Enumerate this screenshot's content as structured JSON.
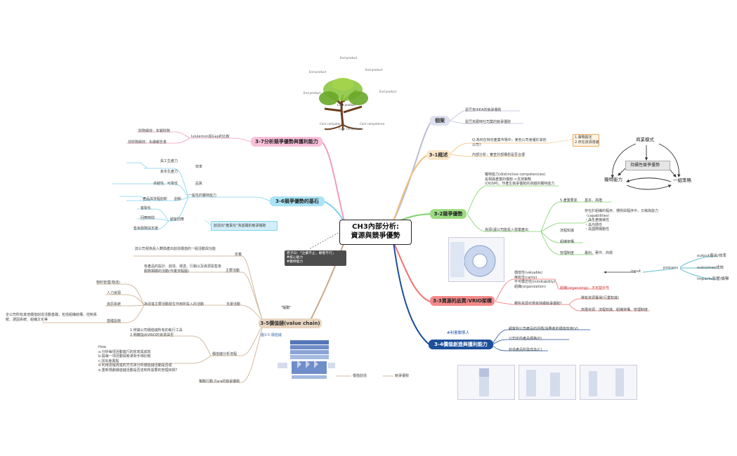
{
  "root": {
    "line1": "CH3內部分析:",
    "line2": "資源與競爭優勢"
  },
  "note": {
    "line1": "老子曰：「企業不止，靜者不行」",
    "line2": "#核心能力",
    "line3": "#獨特能力"
  },
  "tree_labels": [
    "End product",
    "End product",
    "End product",
    "End product",
    "End product",
    "Core product",
    "Core competence",
    "Core competence",
    "Core competence"
  ],
  "branches": {
    "intro": {
      "title": "個案",
      "items": [
        "星巴克IKEA的競爭優勢",
        "星巴克跟味吐司業的競爭優勢"
      ]
    },
    "b31": {
      "title": "3-1概述",
      "q": "Q:為何在特定產業市場中，某些公司會優於其他公司?",
      "ans": [
        "1.策略擬定",
        "2.存在資源落差"
      ],
      "item2": "內部分析：審查外部構想是否合理"
    },
    "b32": {
      "title": "3-2競爭優勢",
      "desc": "獨特能力(distinctive competencies)\n是相異產業的優勢->支持策略\n(OGSM)，作產生競爭優勢的卓越的獨特能力",
      "sub": "資源(讓公司能投入營業產出",
      "s1": "5.產業要素",
      "s1a": "基本、高階",
      "s2": "流程知識",
      "s2a": "存在於組織的程序、慣例與程序中，又稱為能力（capabilities）\n・具生產機械性\n・具內隱性\n・具國際機動性",
      "s3": "組織架構",
      "s4": "管理制度",
      "s4a": "專利、著作、商標"
    },
    "b33": {
      "title": "3-3資源的品質:VRIO架構",
      "items": [
        "價值性(valuable)\n稀有性(rarity)\n不可模仿性(inimitability)\n組織(organization)"
      ],
      "org": "組織(organizing)：不可替代性",
      "q": "哪些資源可帶來持續競爭優勢?",
      "a1": "稀有資源獲得(行業知識)",
      "a2": "高階資源：流程知識、組織架構、管理制度"
    },
    "b34": {
      "title": "3-4價值創造與獲利能力",
      "tag": "#利害關係人",
      "items": [
        "顧客對公司產品的評價/消費者的價值效用(V)",
        "公司定的產品價格(P)",
        "創造產品所需成本(C)"
      ]
    },
    "b35": {
      "title": "3-5價值鏈(value chain)",
      "quote": "\"驅動\"",
      "def": "該公司視為投入轉換產出創造價值的一組活動與功能",
      "def_lbl": "定義",
      "primary": "有產品的設計、創造、運送、行銷以及資源投售後服務相關的活動(作業流程圖)",
      "primary_lbl": "主要活動",
      "support_lbl": "支援活動",
      "support": "為促進主要活動發生作用所投入的活動",
      "supports": [
        "物料管理(物流)",
        "人力資源",
        "資訊系統",
        "基礎設施"
      ],
      "infra": "全公司所有其他價值創造活動基礎，包括組織結構、控制系統、誘因系統、組織文化等",
      "analysis": "價值鏈分析流程",
      "analysis_a": "1.辨識公司價值鏈所有的執行工具\n2.明確指出VRIO的資源與否",
      "how": "How\na.分析每項活動進行的效率與成效\nb.提每一項活動與競爭對手相比較\nc.找出差異點\nd.利用流程改進的方式來分析價值鏈活動是否成\ne.重新規劃價值鏈活動是否達到所需要的管理目標?",
      "strategy": "策略行動:Zara的競爭優勢",
      "bottom1": "價值創造",
      "bottom2": "競爭優勢",
      "fig": "圖3-5 價值鏈"
    },
    "b36": {
      "title": "3-6競爭優勢的基石",
      "generic": "一般性的獨特能力",
      "quality": "效率",
      "q1": "員工生產力",
      "q2": "資本生產力",
      "quality2": "品質",
      "q3": "卓越性、可靠性",
      "innov": "創新",
      "q4": "產品與流程創新",
      "resp": "顧客回應",
      "r1": "客製化",
      "r2": "回應時間",
      "r3": "售後服務與支援",
      "box": "創造出\"產異化\"為基礎的競爭優勢"
    },
    "b37": {
      "title": "3-7分析競爭優勢與獲利能力",
      "compare": "lululemon與Gap的比較",
      "c1": "財務績效：年報財務",
      "c2": "非財務績效：永續報告書"
    }
  },
  "side_diagram": {
    "top": "商業模式",
    "center": "持續性競爭優勢",
    "left": "獨特能力",
    "right": "一組策略"
  },
  "process_diagram": {
    "input": "input",
    "process": "process",
    "outputs": [
      "output產出/效率",
      "outcomes成效",
      "impacts影響/衝擊"
    ]
  }
}
